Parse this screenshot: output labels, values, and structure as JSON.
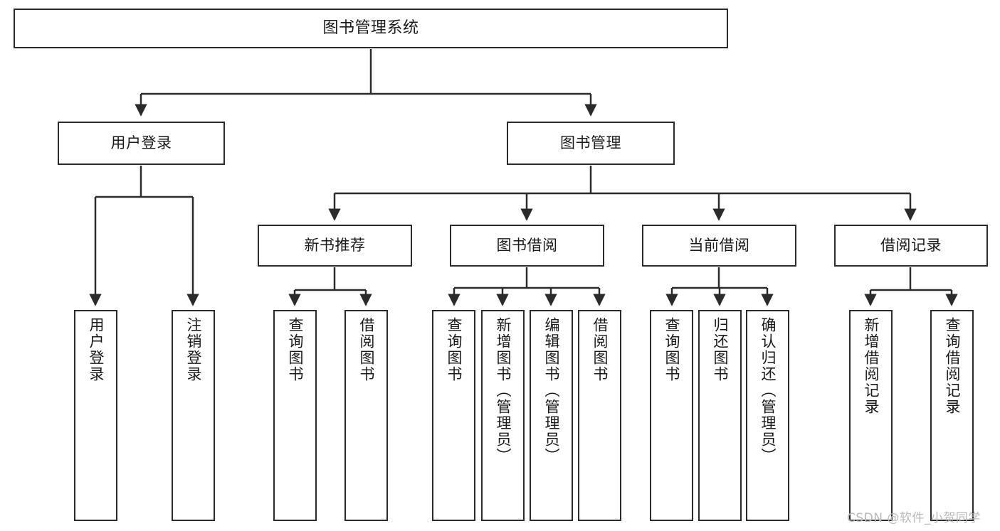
{
  "diagram": {
    "title": "图书管理系统",
    "type": "tree",
    "stroke_color": "#2b2b2b",
    "background_color": "#ffffff",
    "nodes": {
      "root": {
        "label": "图书管理系统"
      },
      "level2": [
        {
          "label": "用户登录"
        },
        {
          "label": "图书管理"
        }
      ],
      "level3": [
        {
          "label": "新书推荐"
        },
        {
          "label": "图书借阅"
        },
        {
          "label": "当前借阅"
        },
        {
          "label": "借阅记录"
        }
      ],
      "leaves_user_login": [
        {
          "label": "用户登录"
        },
        {
          "label": "注销登录"
        }
      ],
      "leaves_new_book": [
        {
          "label": "查询图书"
        },
        {
          "label": "借阅图书"
        }
      ],
      "leaves_borrow": [
        {
          "label": "查询图书"
        },
        {
          "label": "新增图书（管理员）"
        },
        {
          "label": "编辑图书（管理员）"
        },
        {
          "label": "借阅图书"
        }
      ],
      "leaves_current": [
        {
          "label": "查询图书"
        },
        {
          "label": "归还图书"
        },
        {
          "label": "确认归还（管理员）"
        }
      ],
      "leaves_records": [
        {
          "label": "新增借阅记录"
        },
        {
          "label": "查询借阅记录"
        }
      ]
    }
  },
  "watermark": {
    "text": "CSDN @软件_小贺同学"
  }
}
